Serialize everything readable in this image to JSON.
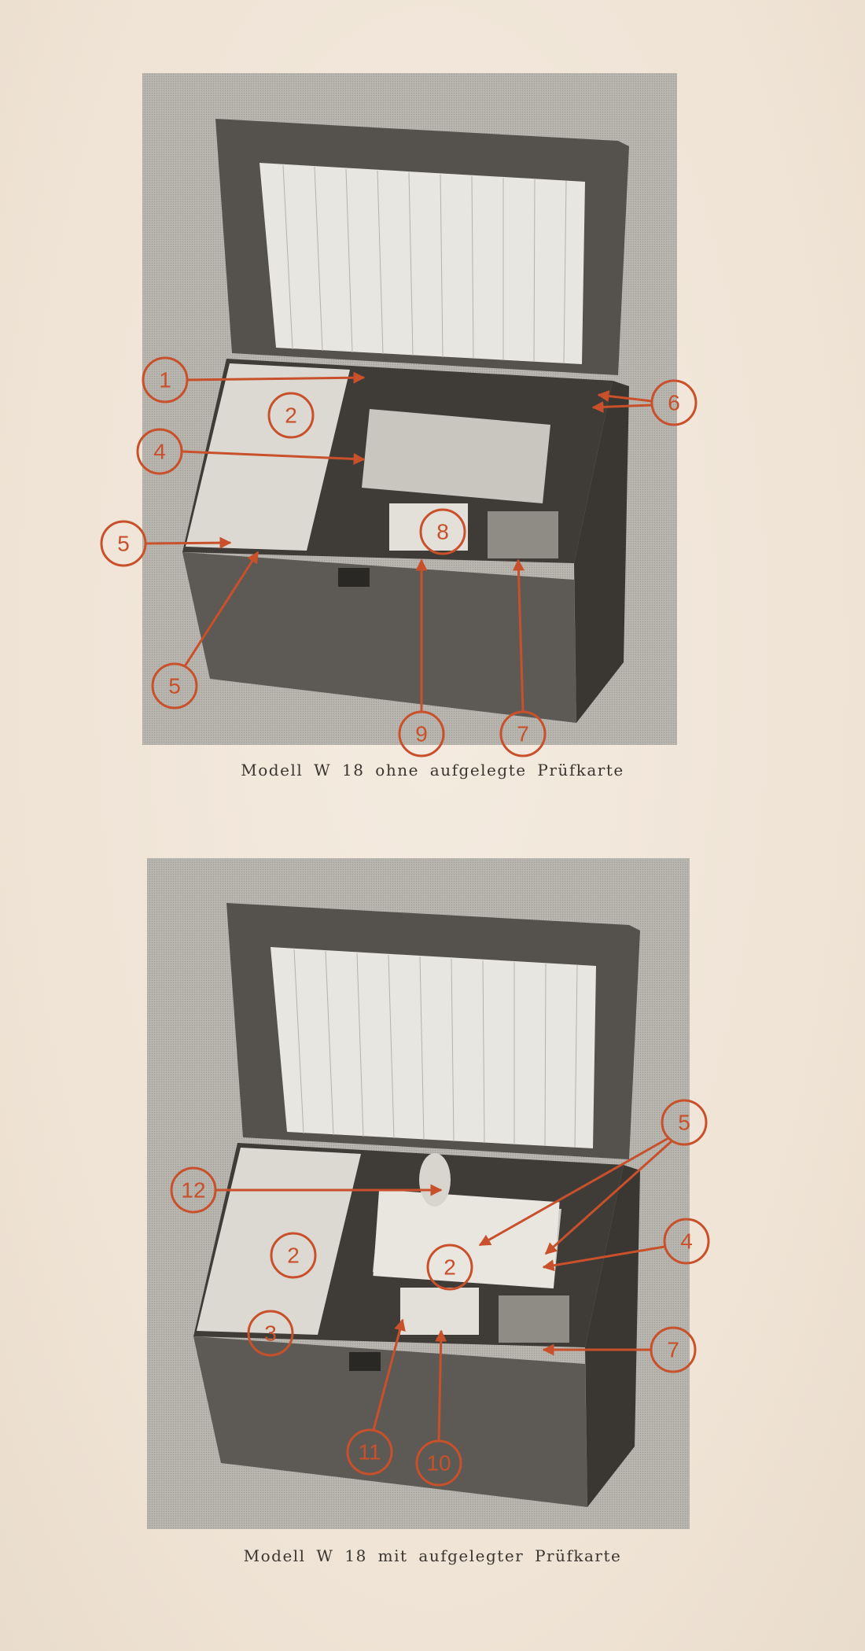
{
  "figures": [
    {
      "caption": "Modell W 18 ohne aufgelegte Prüfkarte",
      "callouts": [
        "1",
        "2",
        "4",
        "6",
        "5",
        "5",
        "8",
        "9",
        "7"
      ]
    },
    {
      "caption": "Modell W 18 mit aufgelegter Prüfkarte",
      "callouts": [
        "5",
        "12",
        "2",
        "2",
        "4",
        "3",
        "7",
        "11",
        "10"
      ]
    }
  ],
  "colors": {
    "callout": "#c8502a",
    "paper": "#f1e6da",
    "photo_bg": "#bdb9b2"
  }
}
